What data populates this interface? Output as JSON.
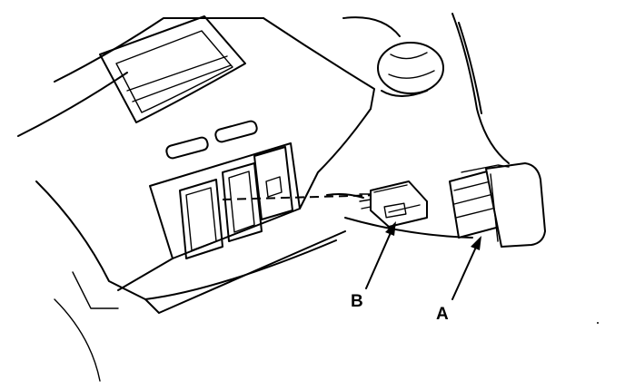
{
  "callouts": {
    "a": "A",
    "b": "B"
  },
  "parts": {
    "a": "switch-module",
    "b": "connector"
  },
  "colors": {
    "ink": "#000000",
    "paper": "#ffffff"
  }
}
